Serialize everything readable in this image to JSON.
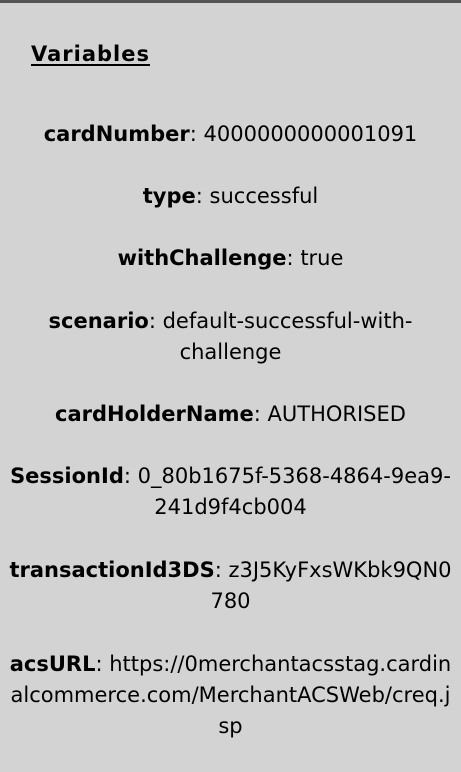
{
  "panel": {
    "heading": "Variables"
  },
  "variables": [
    {
      "key": "cardNumber",
      "value": "4000000000001091"
    },
    {
      "key": "type",
      "value": "successful"
    },
    {
      "key": "withChallenge",
      "value": "true"
    },
    {
      "key": "scenario",
      "value": "default-successful-with-challenge"
    },
    {
      "key": "cardHolderName",
      "value": "AUTHORISED"
    },
    {
      "key": "SessionId",
      "value": "0_80b1675f-5368-4864-9ea9-241d9f4cb004"
    },
    {
      "key": "transactionId3DS",
      "value": "z3J5KyFxsWKbk9QN0780"
    },
    {
      "key": "acsURL",
      "value": "https://0merchantacsstag.cardinalcommerce.com/MerchantACSWeb/creq.jsp"
    }
  ],
  "separator": ": "
}
